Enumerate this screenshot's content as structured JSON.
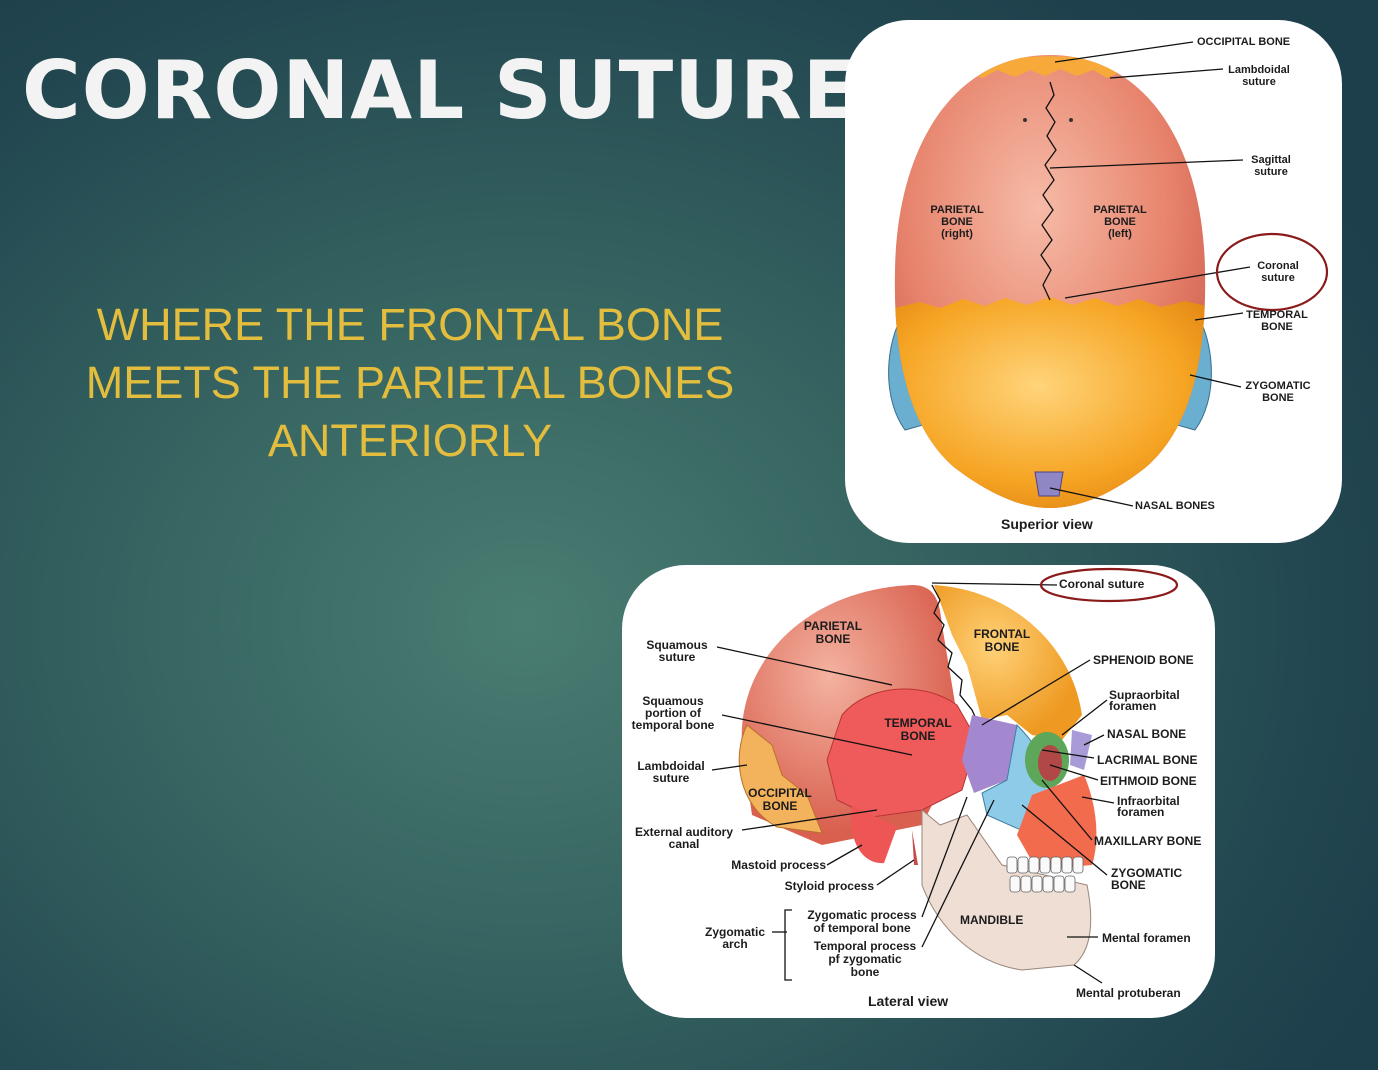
{
  "slide": {
    "title": "CORONAL SUTURE",
    "subtitle_lines": [
      "WHERE THE FRONTAL BONE",
      "MEETS THE PARIETAL BONES",
      "ANTERIORLY"
    ],
    "colors": {
      "title": "#f3f3f3",
      "subtitle": "#e3bd3d",
      "highlight_circle": "#8b1a1a"
    }
  },
  "superior": {
    "caption": "Superior view",
    "labels": {
      "occipital_bone": "OCCIPITAL BONE",
      "lambdoidal_1": "Lambdoidal",
      "lambdoidal_2": "suture",
      "sagittal_1": "Sagittal",
      "sagittal_2": "suture",
      "parietal_right_1": "PARIETAL",
      "parietal_right_2": "BONE",
      "parietal_right_3": "(right)",
      "parietal_left_1": "PARIETAL",
      "parietal_left_2": "BONE",
      "parietal_left_3": "(left)",
      "coronal_1": "Coronal",
      "coronal_2": "suture",
      "temporal_1": "TEMPORAL",
      "temporal_2": "BONE",
      "zygomatic_1": "ZYGOMATIC",
      "zygomatic_2": "BONE",
      "nasal": "NASAL BONES"
    }
  },
  "lateral": {
    "caption": "Lateral view",
    "labels": {
      "coronal": "Coronal suture",
      "parietal_1": "PARIETAL",
      "parietal_2": "BONE",
      "frontal_1": "FRONTAL",
      "frontal_2": "BONE",
      "squamous_1": "Squamous",
      "squamous_2": "suture",
      "squamous_portion_1": "Squamous",
      "squamous_portion_2": "portion of",
      "squamous_portion_3": "temporal bone",
      "temporal_1": "TEMPORAL",
      "temporal_2": "BONE",
      "lambdoidal_1": "Lambdoidal",
      "lambdoidal_2": "suture",
      "occipital_1": "OCCIPITAL",
      "occipital_2": "BONE",
      "external_1": "External auditory",
      "external_2": "canal",
      "mastoid": "Mastoid process",
      "styloid": "Styloid process",
      "zygomatic_arch_1": "Zygomatic",
      "zygomatic_arch_2": "arch",
      "zyg_process_1": "Zygomatic process",
      "zyg_process_2": "of temporal bone",
      "temp_process_1": "Temporal process",
      "temp_process_2": "pf zygomatic",
      "temp_process_3": "bone",
      "mandible": "MANDIBLE",
      "sphenoid": "SPHENOID BONE",
      "supraorbital_1": "Supraorbital",
      "supraorbital_2": "foramen",
      "nasal": "NASAL BONE",
      "lacrimal": "LACRIMAL BONE",
      "eithmoid": "EITHMOID BONE",
      "infraorbital_1": "Infraorbital",
      "infraorbital_2": "foramen",
      "maxillary": "MAXILLARY BONE",
      "zygomatic_1": "ZYGOMATIC",
      "zygomatic_2": "BONE",
      "mental_foramen": "Mental foramen",
      "mental_protuberance": "Mental protuberan"
    }
  }
}
